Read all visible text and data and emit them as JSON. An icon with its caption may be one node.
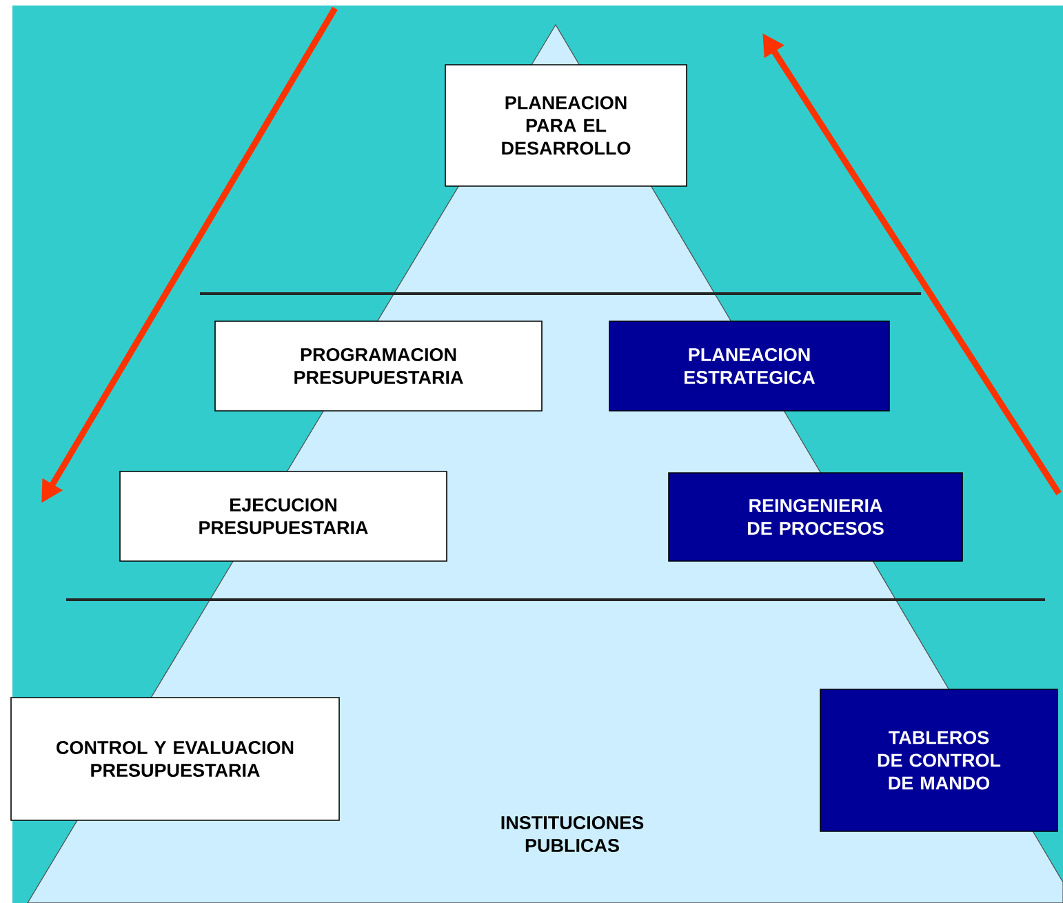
{
  "diagram": {
    "nodes": [
      {
        "text": [
          "INSTITUCIONES PUBLICAS"
        ]
      },
      {
        "text": [
          "PLANEACION PARA EL DESARROLLO"
        ]
      },
      {
        "text": [
          "PROGRAMACION PRESUPUESTARIA"
        ]
      },
      {
        "text": [
          "PLANEACION ESTRATEGICA"
        ]
      },
      {
        "text": [
          "EJECUCION PRESUPUESTARIA"
        ]
      },
      {
        "text": [
          "REINGENIERIA DE PROCESOS"
        ]
      },
      {
        "text": [
          "CONTROL Y EVALUACION PRESUPUESTARIA"
        ]
      },
      {
        "text": [
          "TABLEROS DE CONTROL DE MANDO"
        ]
      }
    ]
  }
}
